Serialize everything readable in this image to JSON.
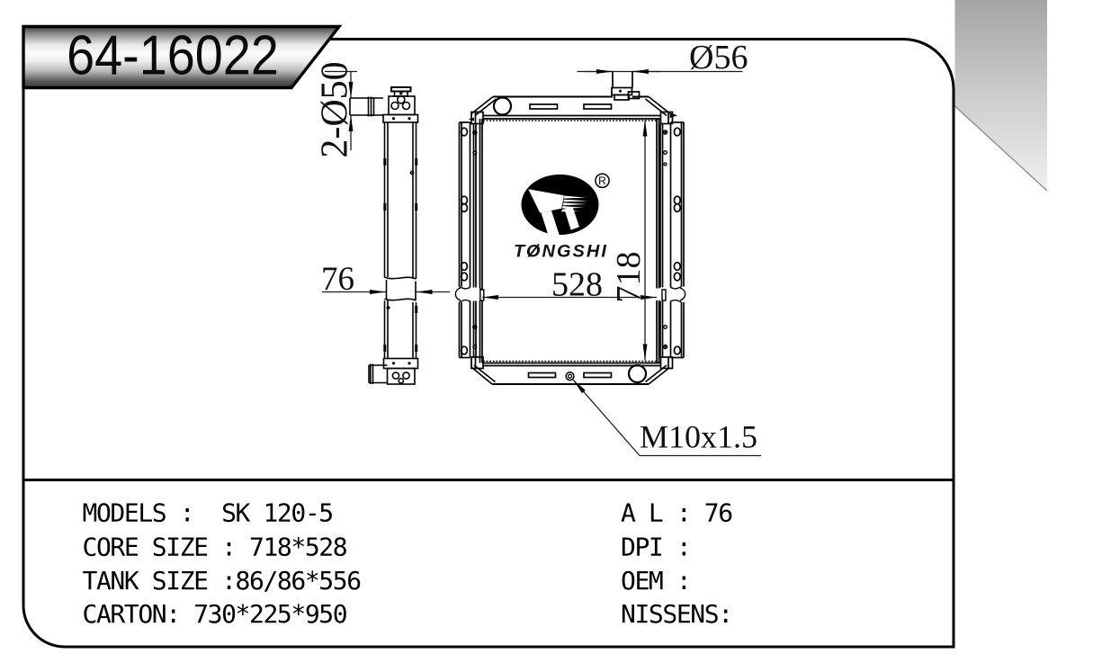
{
  "banner": {
    "part_number": "64-16022"
  },
  "drawing": {
    "dimensions": {
      "inlet_pipe": "2-Ø50",
      "tank_thickness": "76",
      "filler_neck": "Ø56",
      "core_width": "528",
      "core_height": "718",
      "drain_plug": "M10x1.5"
    },
    "logo": {
      "brand": "TONGSHI",
      "registered": "R"
    }
  },
  "table": {
    "left_rows": [
      "MODELS :  SK 120-5",
      "CORE SIZE : 718*528",
      "TANK SIZE :86/86*556",
      "CARTON: 730*225*950"
    ],
    "right_rows": [
      "A L : 76",
      "DPI :",
      "OEM :",
      "NISSENS:"
    ]
  }
}
